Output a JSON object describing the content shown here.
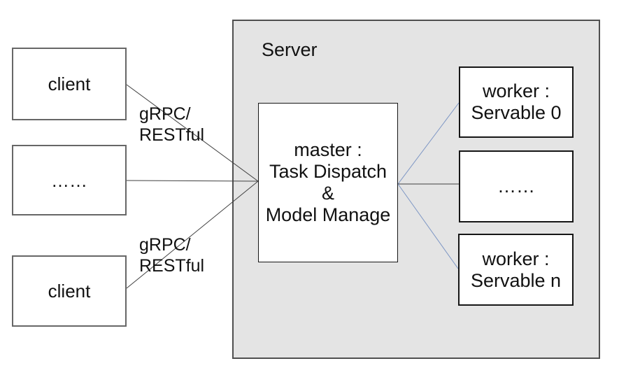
{
  "server": {
    "title": "Server"
  },
  "clients": [
    {
      "label": "client"
    },
    {
      "label": "……"
    },
    {
      "label": "client"
    }
  ],
  "edge_labels": [
    {
      "line1": "gRPC/",
      "line2": "RESTful"
    },
    {
      "line1": "gRPC/",
      "line2": "RESTful"
    }
  ],
  "master": {
    "lines": [
      "master :",
      "Task Dispatch",
      "&",
      "Model Manage"
    ]
  },
  "workers": [
    {
      "lines": [
        "worker :",
        "Servable 0"
      ]
    },
    {
      "lines": [
        "……"
      ]
    },
    {
      "lines": [
        "worker :",
        "Servable n"
      ]
    }
  ],
  "colors": {
    "server_fill": "#e4e4e4",
    "server_border": "#4f4f4f",
    "connector_dark": "#404040",
    "connector_blue": "#7d96c4"
  }
}
